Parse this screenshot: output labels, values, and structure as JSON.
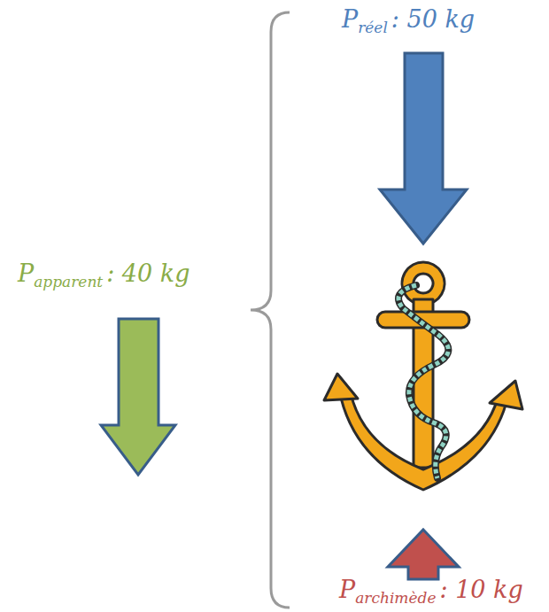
{
  "diagram": {
    "labels": [
      "P",
      "réel",
      ": 50 kg",
      "P",
      "apparent",
      ": 40 kg",
      "P",
      "archimède",
      ": 10 kg"
    ]
  }
}
